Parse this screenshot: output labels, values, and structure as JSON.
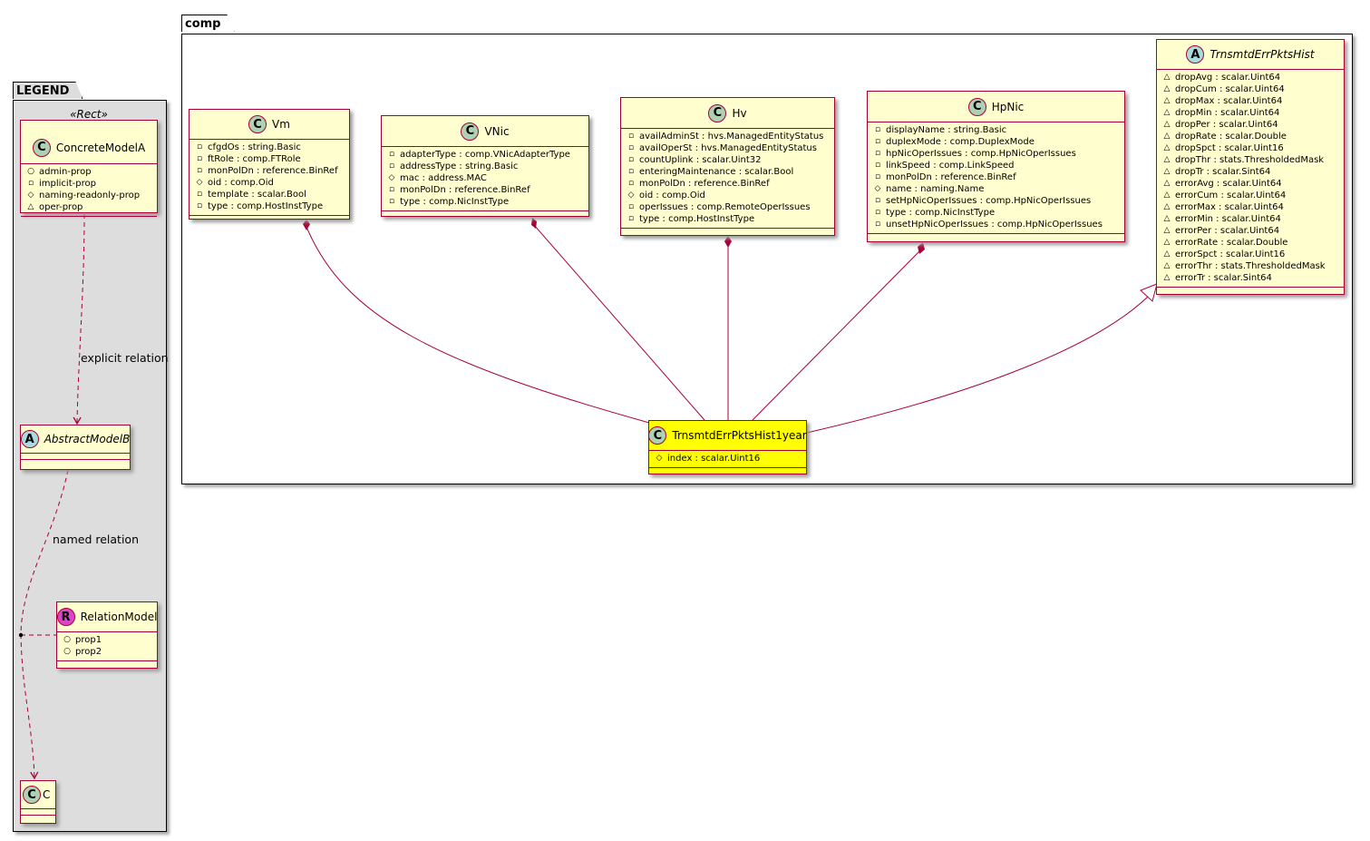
{
  "legend": {
    "title": "LEGEND",
    "stereotype": "«Rect»",
    "concrete": {
      "name": "ConcreteModelA",
      "icon": "C",
      "attrs": [
        {
          "vis": "+",
          "text": "admin-prop"
        },
        {
          "vis": "-",
          "text": "implicit-prop"
        },
        {
          "vis": "#",
          "text": "naming-readonly-prop"
        },
        {
          "vis": "~",
          "text": "oper-prop"
        }
      ]
    },
    "abstract": {
      "name": "AbstractModelB",
      "icon": "A"
    },
    "relation": {
      "name": "RelationModel",
      "icon": "R",
      "attrs": [
        {
          "vis": "+",
          "text": "prop1"
        },
        {
          "vis": "+",
          "text": "prop2"
        }
      ]
    },
    "c": {
      "name": "C",
      "icon": "C"
    },
    "explicit_label": "explicit relation",
    "named_label": "named relation"
  },
  "comp": {
    "title": "comp",
    "vm": {
      "name": "Vm",
      "icon": "C",
      "attrs": [
        {
          "vis": "-",
          "text": "cfgdOs : string.Basic"
        },
        {
          "vis": "-",
          "text": "ftRole : comp.FTRole"
        },
        {
          "vis": "-",
          "text": "monPolDn : reference.BinRef"
        },
        {
          "vis": "#",
          "text": "oid : comp.Oid"
        },
        {
          "vis": "-",
          "text": "template : scalar.Bool"
        },
        {
          "vis": "-",
          "text": "type : comp.HostInstType"
        }
      ]
    },
    "vnic": {
      "name": "VNic",
      "icon": "C",
      "attrs": [
        {
          "vis": "-",
          "text": "adapterType : comp.VNicAdapterType"
        },
        {
          "vis": "-",
          "text": "addressType : string.Basic"
        },
        {
          "vis": "#",
          "text": "mac : address.MAC"
        },
        {
          "vis": "-",
          "text": "monPolDn : reference.BinRef"
        },
        {
          "vis": "-",
          "text": "type : comp.NicInstType"
        }
      ]
    },
    "hv": {
      "name": "Hv",
      "icon": "C",
      "attrs": [
        {
          "vis": "-",
          "text": "availAdminSt : hvs.ManagedEntityStatus"
        },
        {
          "vis": "-",
          "text": "availOperSt : hvs.ManagedEntityStatus"
        },
        {
          "vis": "-",
          "text": "countUplink : scalar.Uint32"
        },
        {
          "vis": "-",
          "text": "enteringMaintenance : scalar.Bool"
        },
        {
          "vis": "-",
          "text": "monPolDn : reference.BinRef"
        },
        {
          "vis": "#",
          "text": "oid : comp.Oid"
        },
        {
          "vis": "-",
          "text": "operIssues : comp.RemoteOperIssues"
        },
        {
          "vis": "-",
          "text": "type : comp.HostInstType"
        }
      ]
    },
    "hpnic": {
      "name": "HpNic",
      "icon": "C",
      "attrs": [
        {
          "vis": "-",
          "text": "displayName : string.Basic"
        },
        {
          "vis": "-",
          "text": "duplexMode : comp.DuplexMode"
        },
        {
          "vis": "-",
          "text": "hpNicOperIssues : comp.HpNicOperIssues"
        },
        {
          "vis": "-",
          "text": "linkSpeed : comp.LinkSpeed"
        },
        {
          "vis": "-",
          "text": "monPolDn : reference.BinRef"
        },
        {
          "vis": "#",
          "text": "name : naming.Name"
        },
        {
          "vis": "-",
          "text": "setHpNicOperIssues : comp.HpNicOperIssues"
        },
        {
          "vis": "-",
          "text": "type : comp.NicInstType"
        },
        {
          "vis": "-",
          "text": "unsetHpNicOperIssues : comp.HpNicOperIssues"
        }
      ]
    },
    "hist": {
      "name": "TrnsmtdErrPktsHist",
      "icon": "A",
      "attrs": [
        {
          "vis": "~",
          "text": "dropAvg : scalar.Uint64"
        },
        {
          "vis": "~",
          "text": "dropCum : scalar.Uint64"
        },
        {
          "vis": "~",
          "text": "dropMax : scalar.Uint64"
        },
        {
          "vis": "~",
          "text": "dropMin : scalar.Uint64"
        },
        {
          "vis": "~",
          "text": "dropPer : scalar.Uint64"
        },
        {
          "vis": "~",
          "text": "dropRate : scalar.Double"
        },
        {
          "vis": "~",
          "text": "dropSpct : scalar.Uint16"
        },
        {
          "vis": "~",
          "text": "dropThr : stats.ThresholdedMask"
        },
        {
          "vis": "~",
          "text": "dropTr : scalar.Sint64"
        },
        {
          "vis": "~",
          "text": "errorAvg : scalar.Uint64"
        },
        {
          "vis": "~",
          "text": "errorCum : scalar.Uint64"
        },
        {
          "vis": "~",
          "text": "errorMax : scalar.Uint64"
        },
        {
          "vis": "~",
          "text": "errorMin : scalar.Uint64"
        },
        {
          "vis": "~",
          "text": "errorPer : scalar.Uint64"
        },
        {
          "vis": "~",
          "text": "errorRate : scalar.Double"
        },
        {
          "vis": "~",
          "text": "errorSpct : scalar.Uint16"
        },
        {
          "vis": "~",
          "text": "errorThr : stats.ThresholdedMask"
        },
        {
          "vis": "~",
          "text": "errorTr : scalar.Sint64"
        }
      ]
    },
    "year": {
      "name": "TrnsmtdErrPktsHist1year",
      "icon": "C",
      "attrs": [
        {
          "vis": "#",
          "text": "index : scalar.Uint16"
        }
      ]
    }
  },
  "colors": {
    "border": "#a80036",
    "class_bg": "#fefece",
    "highlight": "#ffff00",
    "legend_bg": "#dddddd"
  }
}
